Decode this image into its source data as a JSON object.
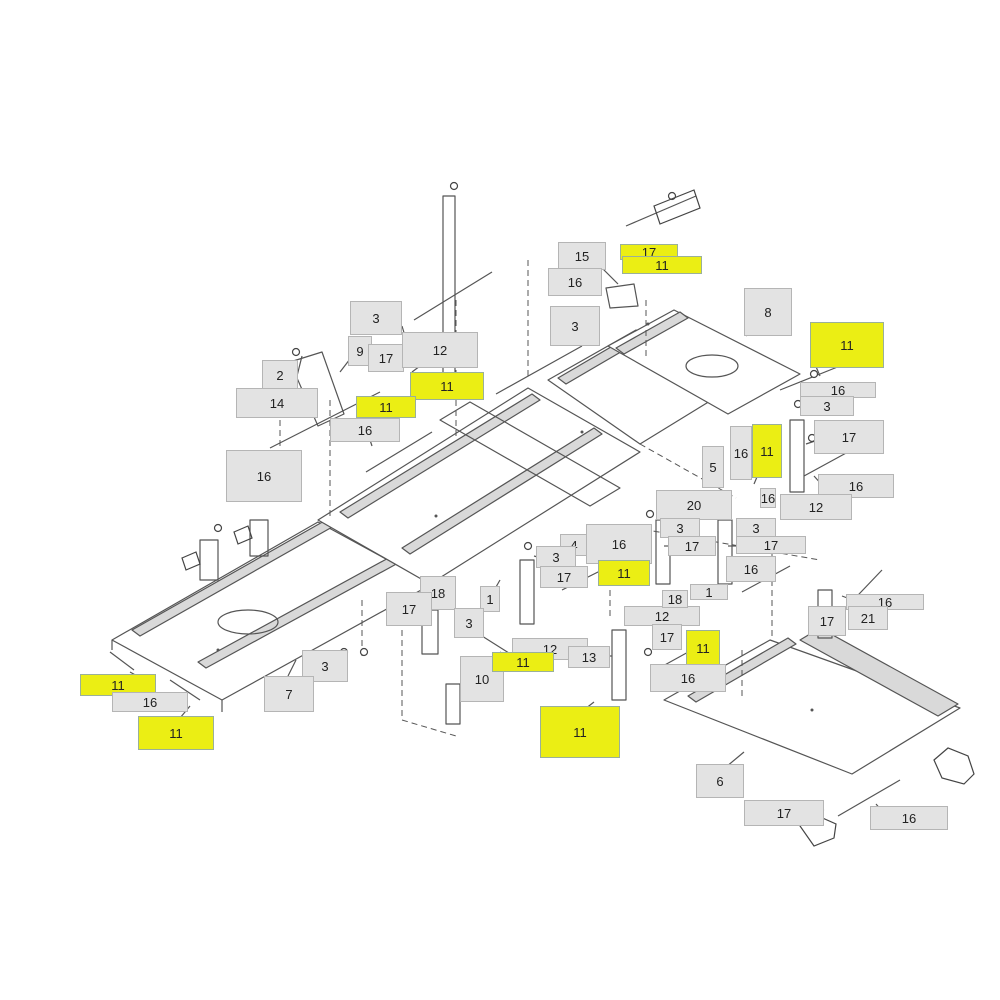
{
  "colors": {
    "callout_grey": "#e3e3e3",
    "callout_highlight": "#ebee14",
    "linework": "#555555",
    "panel_fill": "#ffffff",
    "rail_fill": "#d9d9d9"
  },
  "callouts": [
    {
      "id": "c-3-a",
      "text": "3",
      "highlight": false
    },
    {
      "id": "c-9",
      "text": "9",
      "highlight": false
    },
    {
      "id": "c-17-a",
      "text": "17",
      "highlight": false
    },
    {
      "id": "c-12-a",
      "text": "12",
      "highlight": false
    },
    {
      "id": "c-2",
      "text": "2",
      "highlight": false
    },
    {
      "id": "c-14",
      "text": "14",
      "highlight": false
    },
    {
      "id": "c-11-a",
      "text": "11",
      "highlight": true
    },
    {
      "id": "c-11-b",
      "text": "11",
      "highlight": true
    },
    {
      "id": "c-16-a",
      "text": "16",
      "highlight": false
    },
    {
      "id": "c-16-b",
      "text": "16",
      "highlight": false
    },
    {
      "id": "c-15",
      "text": "15",
      "highlight": false
    },
    {
      "id": "c-17-b",
      "text": "17",
      "highlight": true
    },
    {
      "id": "c-11-c",
      "text": "11",
      "highlight": true
    },
    {
      "id": "c-16-c",
      "text": "16",
      "highlight": false
    },
    {
      "id": "c-3-b",
      "text": "3",
      "highlight": false
    },
    {
      "id": "c-8",
      "text": "8",
      "highlight": false
    },
    {
      "id": "c-11-d",
      "text": "11",
      "highlight": true
    },
    {
      "id": "c-16-d",
      "text": "16",
      "highlight": false
    },
    {
      "id": "c-3-c",
      "text": "3",
      "highlight": false
    },
    {
      "id": "c-17-c",
      "text": "17",
      "highlight": false
    },
    {
      "id": "c-16-e",
      "text": "16",
      "highlight": false
    },
    {
      "id": "c-11-e",
      "text": "11",
      "highlight": true
    },
    {
      "id": "c-16-f",
      "text": "16",
      "highlight": false
    },
    {
      "id": "c-12-b",
      "text": "12",
      "highlight": false
    },
    {
      "id": "c-5",
      "text": "5",
      "highlight": false
    },
    {
      "id": "c-20",
      "text": "20",
      "highlight": false
    },
    {
      "id": "c-3-d",
      "text": "3",
      "highlight": false
    },
    {
      "id": "c-3-e",
      "text": "3",
      "highlight": false
    },
    {
      "id": "c-17-d",
      "text": "17",
      "highlight": false
    },
    {
      "id": "c-17-e",
      "text": "17",
      "highlight": false
    },
    {
      "id": "c-4",
      "text": "4",
      "highlight": false
    },
    {
      "id": "c-16-g",
      "text": "16",
      "highlight": false
    },
    {
      "id": "c-3-f",
      "text": "3",
      "highlight": false
    },
    {
      "id": "c-17-f",
      "text": "17",
      "highlight": false
    },
    {
      "id": "c-11-f",
      "text": "11",
      "highlight": true
    },
    {
      "id": "c-16-h",
      "text": "16",
      "highlight": false
    },
    {
      "id": "c-18-a",
      "text": "18",
      "highlight": false
    },
    {
      "id": "c-12-c",
      "text": "12",
      "highlight": false
    },
    {
      "id": "c-1",
      "text": "1",
      "highlight": false
    },
    {
      "id": "c-16-i",
      "text": "16",
      "highlight": false
    },
    {
      "id": "c-21",
      "text": "21",
      "highlight": false
    },
    {
      "id": "c-17-g",
      "text": "17",
      "highlight": false
    },
    {
      "id": "c-17-h",
      "text": "17",
      "highlight": false
    },
    {
      "id": "c-18-b",
      "text": "18",
      "highlight": false
    },
    {
      "id": "c-3-g",
      "text": "3",
      "highlight": false
    },
    {
      "id": "c-12-d",
      "text": "12",
      "highlight": false
    },
    {
      "id": "c-13",
      "text": "13",
      "highlight": false
    },
    {
      "id": "c-17-i",
      "text": "17",
      "highlight": false
    },
    {
      "id": "c-11-g",
      "text": "11",
      "highlight": true
    },
    {
      "id": "c-16-j",
      "text": "16",
      "highlight": false
    },
    {
      "id": "c-3-h",
      "text": "3",
      "highlight": false
    },
    {
      "id": "c-10",
      "text": "10",
      "highlight": false
    },
    {
      "id": "c-11-h",
      "text": "11",
      "highlight": true
    },
    {
      "id": "c-7",
      "text": "7",
      "highlight": false
    },
    {
      "id": "c-11-i",
      "text": "11",
      "highlight": true
    },
    {
      "id": "c-16-k",
      "text": "16",
      "highlight": false
    },
    {
      "id": "c-11-j",
      "text": "11",
      "highlight": true
    },
    {
      "id": "c-11-k",
      "text": "11",
      "highlight": true
    },
    {
      "id": "c-6",
      "text": "6",
      "highlight": false
    },
    {
      "id": "c-17-j",
      "text": "17",
      "highlight": false
    },
    {
      "id": "c-16-l",
      "text": "16",
      "highlight": false
    },
    {
      "id": "c-16-m",
      "text": "16",
      "highlight": false
    },
    {
      "id": "c-1-b",
      "text": "1",
      "highlight": false
    }
  ]
}
